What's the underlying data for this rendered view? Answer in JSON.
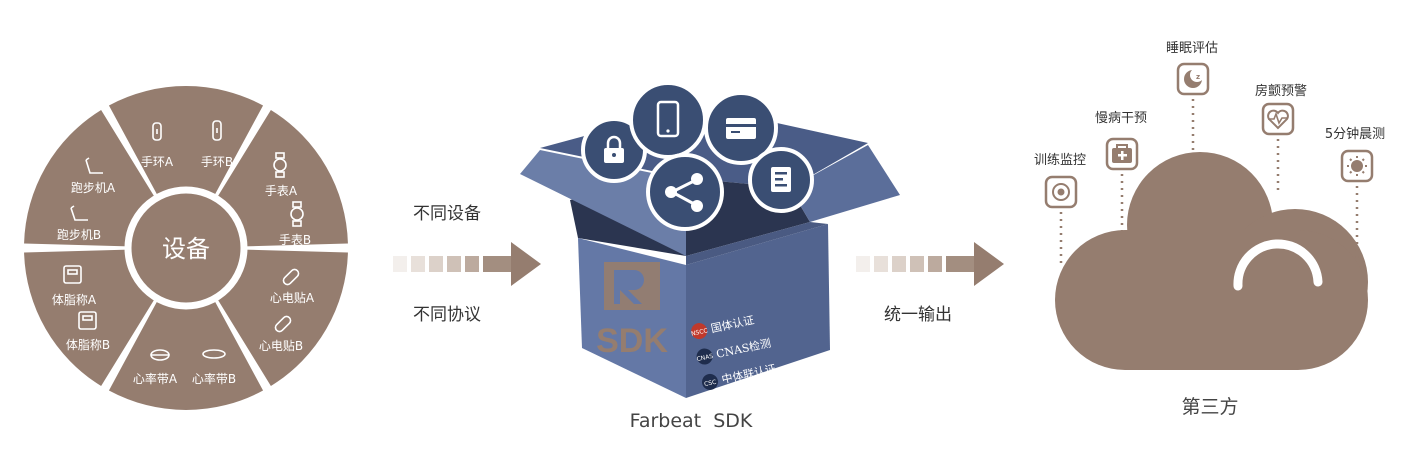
{
  "colors": {
    "brown": "#957d6f",
    "box_blue": "#5a6d99",
    "bubble_dark": "#3a4e73",
    "cloud": "#957d6f"
  },
  "devices": {
    "center_label": "设备",
    "segments": [
      {
        "a": "手环A",
        "b": "手环B",
        "icon": "band-icon"
      },
      {
        "a": "手表A",
        "b": "手表B",
        "icon": "watch-icon"
      },
      {
        "a": "心电贴A",
        "b": "心电贴B",
        "icon": "ecg-patch-icon"
      },
      {
        "a": "心率带A",
        "b": "心率带B",
        "icon": "heart-strap-icon"
      },
      {
        "a": "体脂称A",
        "b": "体脂称B",
        "icon": "scale-icon"
      },
      {
        "a": "跑步机A",
        "b": "跑步机B",
        "icon": "treadmill-icon"
      }
    ]
  },
  "flow": {
    "top_label": "不同设备",
    "bottom_label": "不同协议",
    "output_label": "统一输出"
  },
  "sdk": {
    "box_text": "SDK",
    "caption": "Farbeat  SDK",
    "certs": [
      {
        "badge": "NSCC",
        "text": "国体认证"
      },
      {
        "badge": "CNAS",
        "text": "CNAS检测"
      },
      {
        "badge": "CSC",
        "text": "中体联认证"
      }
    ],
    "bubbles": [
      "lock-icon",
      "phone-icon",
      "card-icon",
      "share-icon",
      "report-icon"
    ]
  },
  "third_party": {
    "label": "第三方",
    "features": [
      {
        "label": "训练监控",
        "icon": "training-monitor-icon"
      },
      {
        "label": "慢病干预",
        "icon": "medical-kit-icon"
      },
      {
        "label": "睡眠评估",
        "icon": "sleep-icon"
      },
      {
        "label": "房颤预警",
        "icon": "heartbeat-icon"
      },
      {
        "label": "5分钟晨测",
        "icon": "sun-icon"
      }
    ]
  }
}
